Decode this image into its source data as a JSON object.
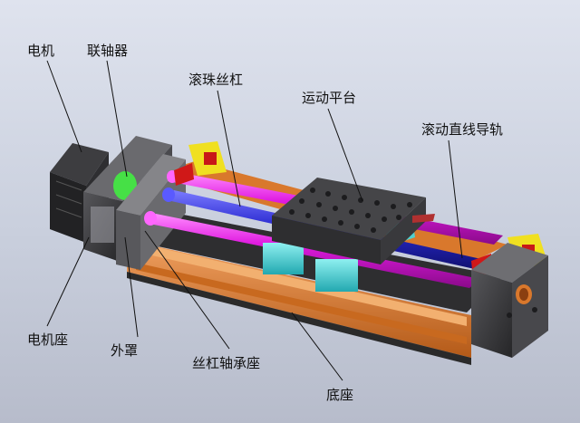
{
  "labels": {
    "motor": "电机",
    "coupling": "联轴器",
    "ball_screw": "滚珠丝杠",
    "motion_platform": "运动平台",
    "linear_guide": "滚动直线导轨",
    "motor_seat": "电机座",
    "outer_cover": "外罩",
    "screw_bearing_seat": "丝杠轴承座",
    "base": "底座"
  },
  "colors": {
    "background_top": "#dfe3ee",
    "background_bottom": "#b7bccb",
    "housing": "#3a3a3c",
    "rail_magenta": "#e01be0",
    "screw_blue": "#2a2ad0",
    "base_orange": "#d9782c",
    "carriage_cyan": "#3fd6d6",
    "coupling_green": "#46e046",
    "stopper_red": "#d01818",
    "bracket_yellow": "#f0e020"
  }
}
